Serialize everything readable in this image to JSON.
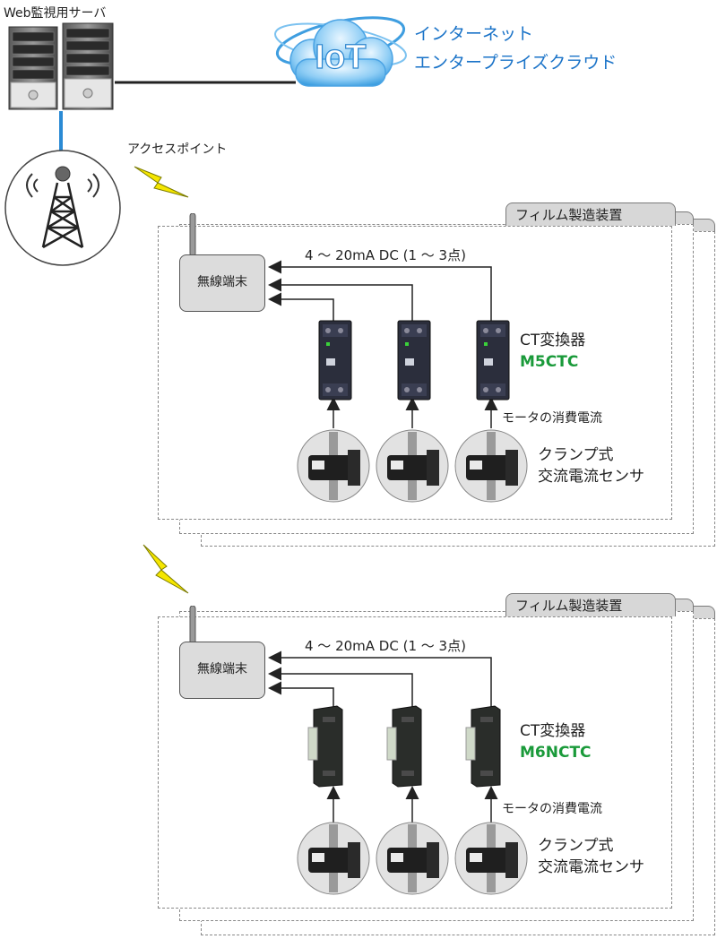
{
  "server": {
    "label": "Web監視用サーバ"
  },
  "cloud": {
    "logo": "IoT",
    "title_line1": "インターネット",
    "title_line2": "エンタープライズクラウド"
  },
  "access_point": {
    "label": "アクセスポイント"
  },
  "sections": [
    {
      "tab_label": "フィルム製造装置",
      "terminal_label": "無線端末",
      "signal_label": "4 ～ 20mA DC (1 ～ 3点)",
      "converter_name": "CT変換器",
      "converter_model": "M5CTC",
      "motor_label": "モータの消費電流",
      "sensor_line1": "クランプ式",
      "sensor_line2": "交流電流センサ"
    },
    {
      "tab_label": "フィルム製造装置",
      "terminal_label": "無線端末",
      "signal_label": "4 ～ 20mA DC (1 ～ 3点)",
      "converter_name": "CT変換器",
      "converter_model": "M6NCTC",
      "motor_label": "モータの消費電流",
      "sensor_line1": "クランプ式",
      "sensor_line2": "交流電流センサ"
    }
  ],
  "colors": {
    "accent_blue": "#1a73c8",
    "model_green": "#1a9a3a",
    "lightning": "#f5e600"
  }
}
